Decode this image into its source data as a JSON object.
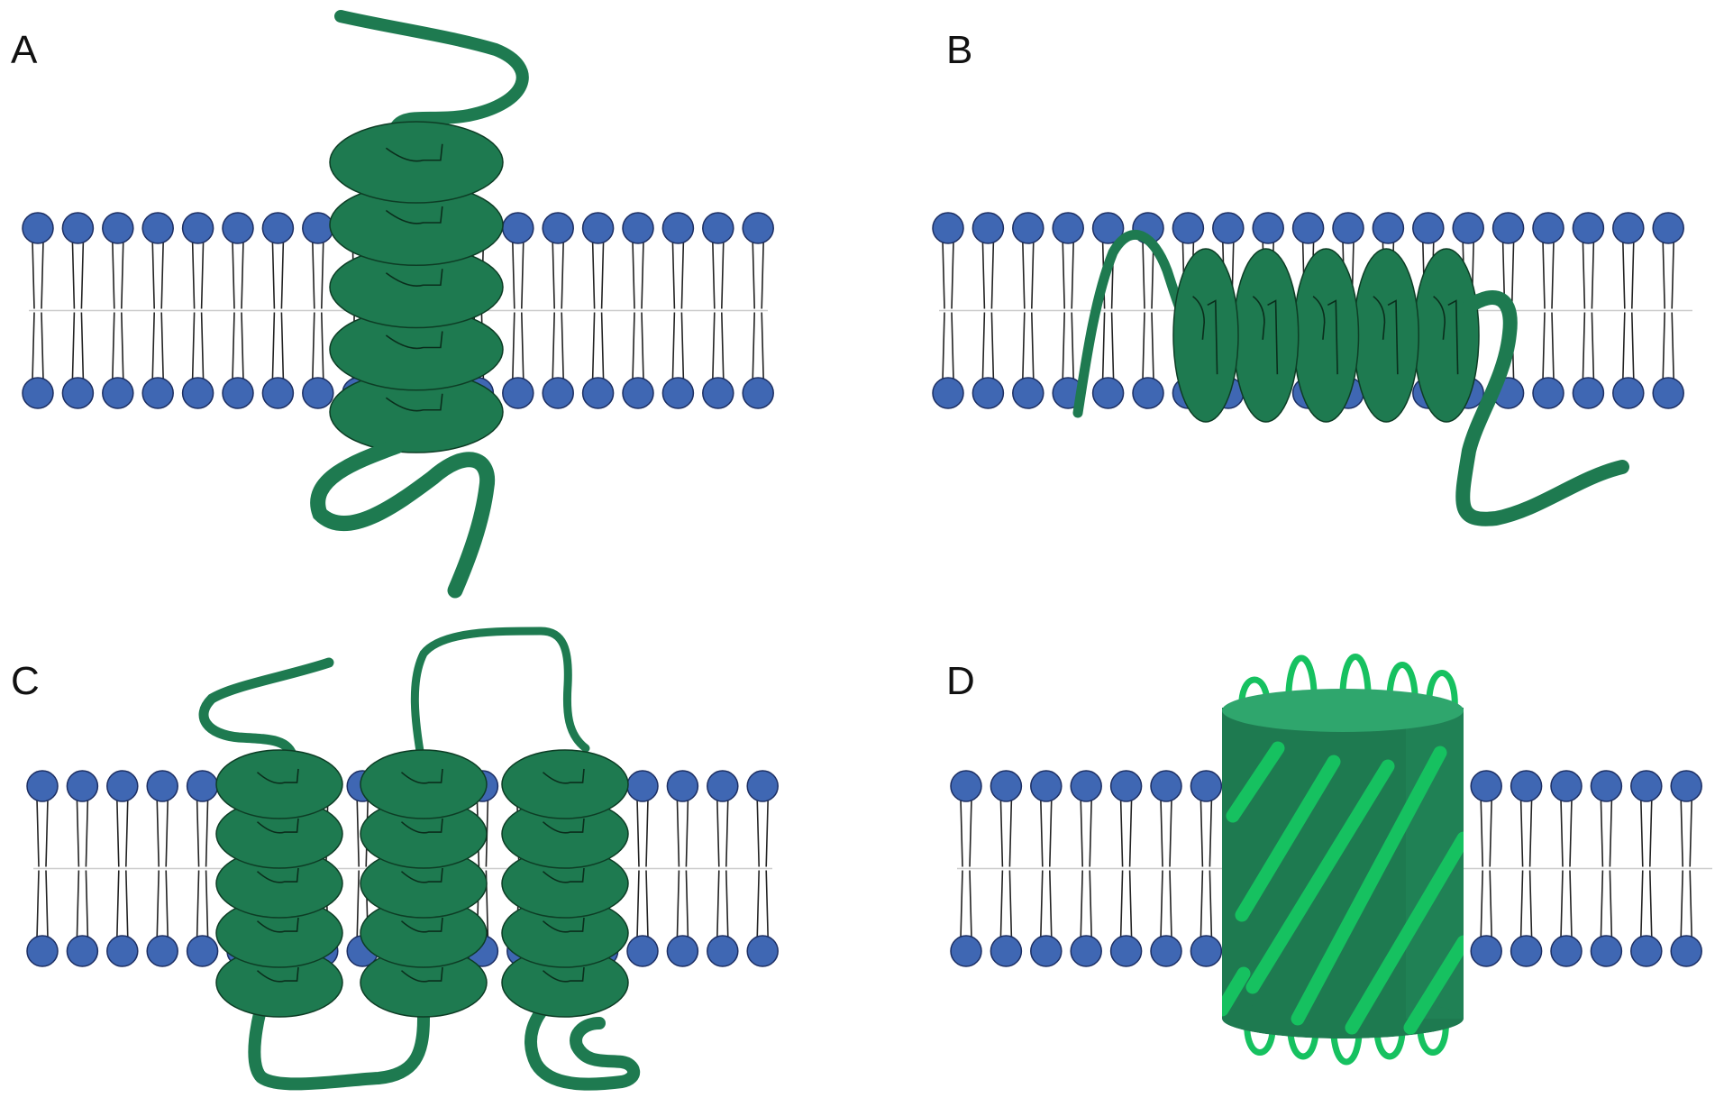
{
  "panels": [
    {
      "id": "A",
      "label": "A"
    },
    {
      "id": "B",
      "label": "B"
    },
    {
      "id": "C",
      "label": "C"
    },
    {
      "id": "D",
      "label": "D"
    }
  ],
  "colors": {
    "lipid_head": "#3f67b3",
    "lipid_head_stroke": "#1d2f63",
    "lipid_tail": "#222222",
    "midline": "#cccccc",
    "helix_fill": "#1e7a50",
    "helix_stroke": "#0d3d25",
    "barrel_dark": "#1e7a50",
    "barrel_top": "#2fa66d",
    "barrel_strand": "#16c160",
    "barrel_loop": "#16c160"
  }
}
